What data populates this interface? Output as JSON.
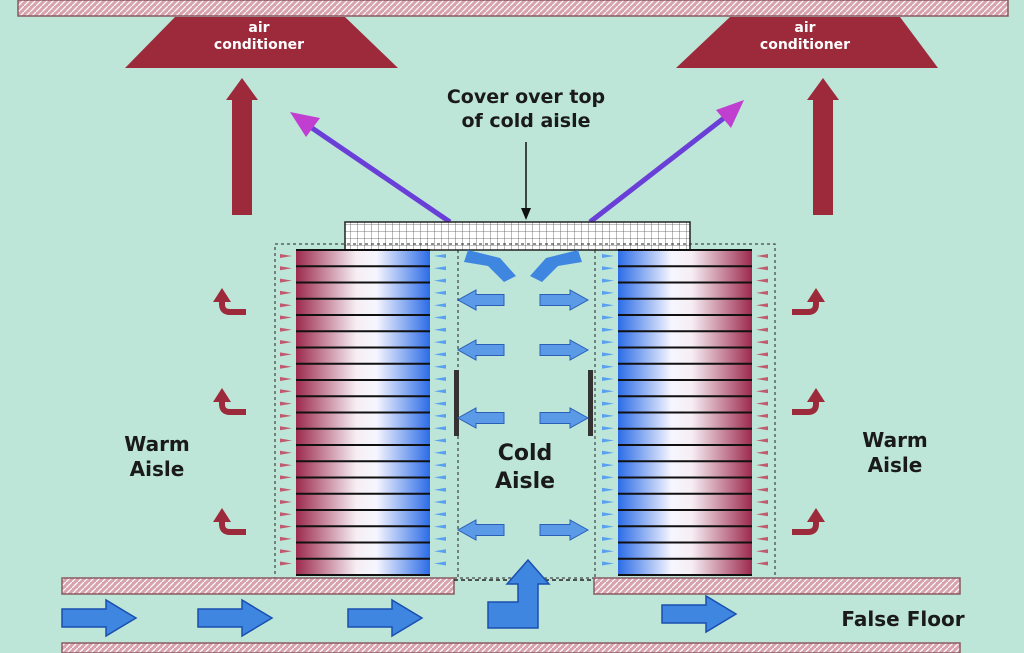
{
  "colors": {
    "background": "#bde6d8",
    "warm_air": "#9c2a3a",
    "cold_air": "#3f86e0",
    "exhaust_air": "#6a3fd8",
    "slab": "#d8a3ad"
  },
  "labels": {
    "ac_left_line1": "air",
    "ac_left_line2": "conditioner",
    "ac_right_line1": "air",
    "ac_right_line2": "conditioner",
    "cover_line1": "Cover over top",
    "cover_line2": "of cold aisle",
    "warm_left_line1": "Warm",
    "warm_left_line2": "Aisle",
    "warm_right_line1": "Warm",
    "warm_right_line2": "Aisle",
    "cold_line1": "Cold",
    "cold_line2": "Aisle",
    "false_floor": "False Floor"
  },
  "rack_unit_count": 20,
  "icons": {
    "warm_arrow": "arrow-up-icon",
    "curl_arrow": "curved-arrow-icon",
    "cold_arrow": "arrow-right-icon",
    "exhaust_arrow": "diagonal-arrow-icon"
  }
}
